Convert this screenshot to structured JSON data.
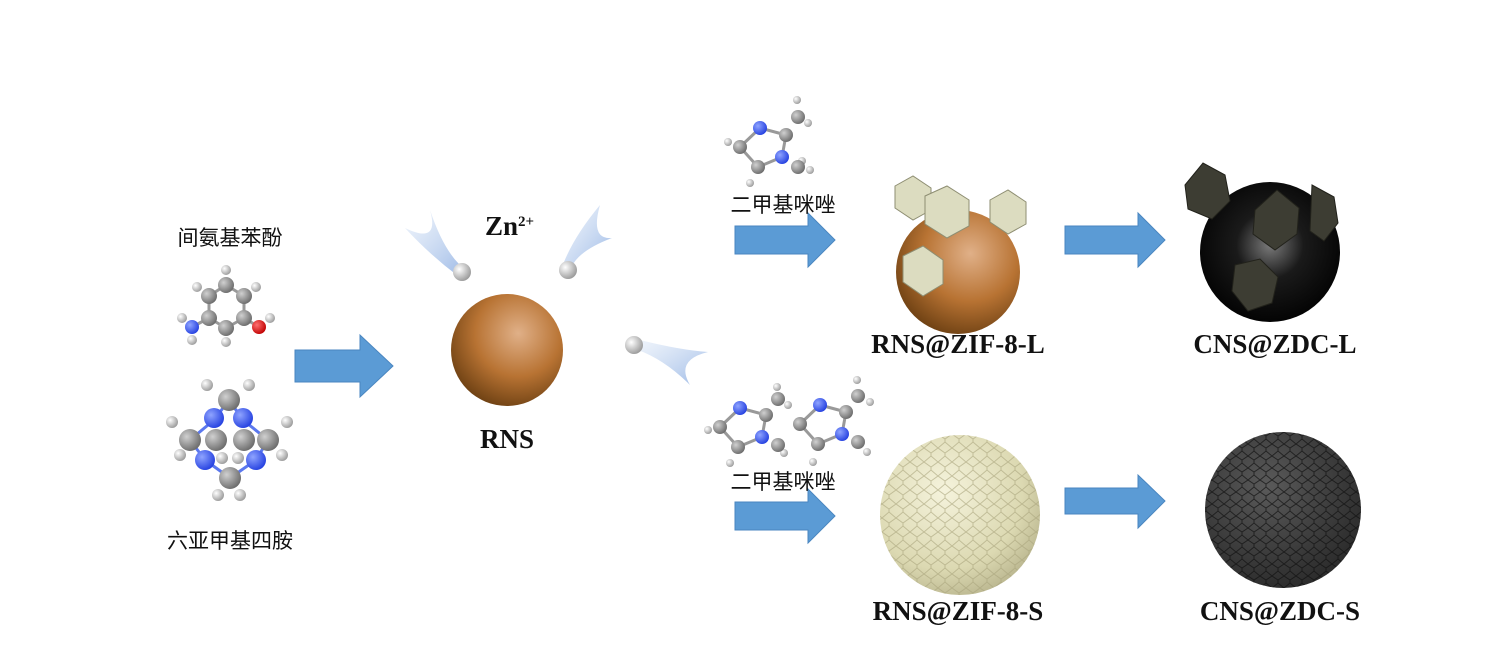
{
  "reactants": {
    "aminophenol": "间氨基苯酚",
    "hexamine": "六亚甲基四胺"
  },
  "zn_label": "Zn",
  "zn_charge": "2+",
  "rns_label": "RNS",
  "ligand_top": "二甲基咪唑",
  "ligand_bottom": "二甲基咪唑",
  "products": {
    "zif_l": "RNS@ZIF-8-L",
    "zdc_l": "CNS@ZDC-L",
    "zif_s": "RNS@ZIF-8-S",
    "zdc_s": "CNS@ZDC-S"
  },
  "colors": {
    "arrow": "#5B9BD5",
    "rns": "#B87333",
    "nitrogen": "#3B5BF5",
    "oxygen": "#E01010"
  }
}
